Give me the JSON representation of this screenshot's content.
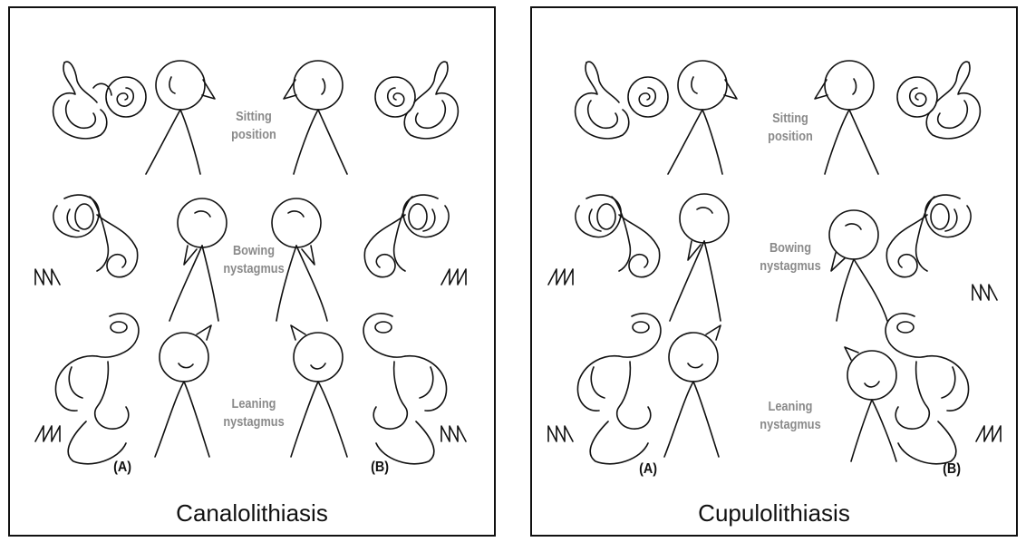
{
  "panels": [
    {
      "caption": "Canalolithiasis",
      "labels": {
        "a": "(A)",
        "b": "(B)"
      },
      "rows": [
        {
          "line1": "Sitting",
          "line2": "position"
        },
        {
          "line1": "Bowing",
          "line2": "nystagmus"
        },
        {
          "line1": "Leaning",
          "line2": "nystagmus"
        }
      ]
    },
    {
      "caption": "Cupulolithiasis",
      "labels": {
        "a": "(A)",
        "b": "(B)"
      },
      "rows": [
        {
          "line1": "Sitting",
          "line2": "position"
        },
        {
          "line1": "Bowing",
          "line2": "nystagmus"
        },
        {
          "line1": "Leaning",
          "line2": "nystagmus"
        }
      ]
    }
  ],
  "colors": {
    "line": "#111111",
    "label_gray": "#8a8a8a"
  }
}
